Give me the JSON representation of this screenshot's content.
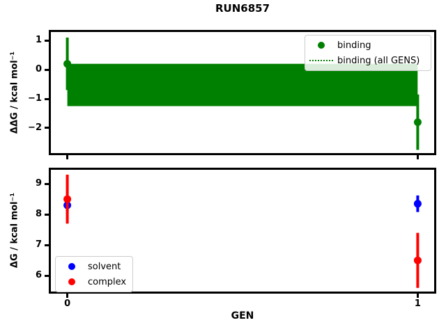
{
  "figure": {
    "title": "RUN6857",
    "background": "#ffffff"
  },
  "chart_data": [
    {
      "type": "scatter",
      "subplot": "top",
      "ylabel": "ΔΔG / kcal mol⁻¹",
      "xlim": [
        -0.047,
        1.047
      ],
      "ylim": [
        -2.86,
        1.29
      ],
      "ytick_values": [
        1,
        0,
        -1,
        -2
      ],
      "ytick_labels": [
        "1",
        "0",
        "−1",
        "−2"
      ],
      "xtick_values": [
        0,
        1
      ],
      "xtick_labels": [],
      "grid": false,
      "legend_position": "upper-right",
      "legend": [
        {
          "label": "binding",
          "swatch": "dot",
          "color": "#008000"
        },
        {
          "label": "binding (all GENS)",
          "swatch": "dotted-line",
          "color": "#008000"
        }
      ],
      "series": [
        {
          "name": "binding-all-gens",
          "type": "band",
          "color": "#008000",
          "x_range": [
            0,
            1
          ],
          "y_low": -1.25,
          "y_high": 0.2,
          "center": -0.53
        },
        {
          "name": "binding",
          "type": "errorbar-scatter",
          "color": "#008000",
          "points": [
            {
              "x": 0,
              "y": 0.2,
              "yerr": 0.9
            },
            {
              "x": 1,
              "y": -1.8,
              "yerr": 0.95
            }
          ]
        }
      ]
    },
    {
      "type": "scatter",
      "subplot": "bottom",
      "ylabel": "ΔG / kcal mol⁻¹",
      "xlabel": "GEN",
      "xlim": [
        -0.047,
        1.047
      ],
      "ylim": [
        5.48,
        9.46
      ],
      "ytick_values": [
        9,
        8,
        7,
        6
      ],
      "ytick_labels": [
        "9",
        "8",
        "7",
        "6"
      ],
      "xtick_values": [
        0,
        1
      ],
      "xtick_labels": [
        "0",
        "1"
      ],
      "grid": false,
      "legend_position": "lower-left",
      "legend": [
        {
          "label": "solvent",
          "swatch": "dot",
          "color": "#0000ff"
        },
        {
          "label": "complex",
          "swatch": "dot",
          "color": "#ff0000"
        }
      ],
      "series": [
        {
          "name": "solvent",
          "type": "errorbar-scatter",
          "color": "#0000ff",
          "points": [
            {
              "x": 0,
              "y": 8.3,
              "yerr": 0.2
            },
            {
              "x": 1,
              "y": 8.35,
              "yerr": 0.27
            }
          ]
        },
        {
          "name": "complex",
          "type": "errorbar-scatter",
          "color": "#ff0000",
          "points": [
            {
              "x": 0,
              "y": 8.5,
              "yerr": 0.8
            },
            {
              "x": 1,
              "y": 6.5,
              "yerr": 0.9
            }
          ]
        }
      ]
    }
  ]
}
